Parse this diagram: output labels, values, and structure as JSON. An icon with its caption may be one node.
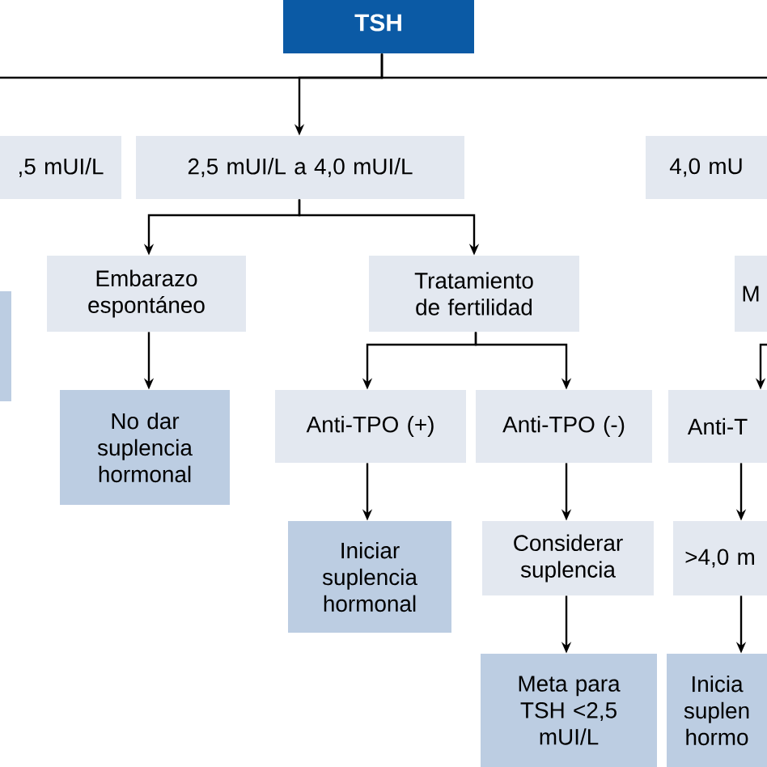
{
  "diagram": {
    "nodes": [
      {
        "text": [
          "TSH"
        ]
      },
      {
        "text": [
          ",5 mUI/L"
        ]
      },
      {
        "text": [
          "2,5 mUI/L a 4,0 mUI/L"
        ]
      },
      {
        "text": [
          "4,0 mU"
        ]
      },
      {
        "text": [
          "Embarazo espontáneo"
        ]
      },
      {
        "text": [
          "Tratamiento de fertilidad"
        ]
      },
      {
        "text": [
          "M"
        ]
      },
      {
        "text": [],
        "shape": "box"
      },
      {
        "text": [
          "No dar suplencia hormonal"
        ]
      },
      {
        "text": [
          "Anti-TPO (+)"
        ]
      },
      {
        "text": [
          "Anti-TPO (-)"
        ]
      },
      {
        "text": [
          "Anti-T"
        ]
      },
      {
        "text": [
          "Iniciar suplencia hormonal"
        ]
      },
      {
        "text": [
          "Considerar suplencia"
        ]
      },
      {
        "text": [
          ">4,0 m"
        ]
      },
      {
        "text": [
          "Meta para TSH <2,5 mUI/L"
        ]
      },
      {
        "text": [
          "Inicia suplen hormo"
        ]
      }
    ],
    "edges": [
      {
        "from": 0,
        "to": null,
        "arrow": "none"
      },
      {
        "from": 0,
        "to": null,
        "arrow": "none"
      },
      {
        "from": 0,
        "to": 2,
        "arrow": "to"
      },
      {
        "from": 2,
        "to": 4,
        "arrow": "to"
      },
      {
        "from": 2,
        "to": 5,
        "arrow": "to"
      },
      {
        "from": 4,
        "to": 8,
        "arrow": "to"
      },
      {
        "from": 5,
        "to": 9,
        "arrow": "to"
      },
      {
        "from": 5,
        "to": 10,
        "arrow": "to"
      },
      {
        "from": 6,
        "to": 11,
        "arrow": "to"
      },
      {
        "from": 9,
        "to": 12,
        "arrow": "to"
      },
      {
        "from": 10,
        "to": 13,
        "arrow": "to"
      },
      {
        "from": 11,
        "to": 14,
        "arrow": "to"
      },
      {
        "from": 13,
        "to": 15,
        "arrow": "to"
      },
      {
        "from": 14,
        "to": 16,
        "arrow": "to"
      }
    ]
  }
}
